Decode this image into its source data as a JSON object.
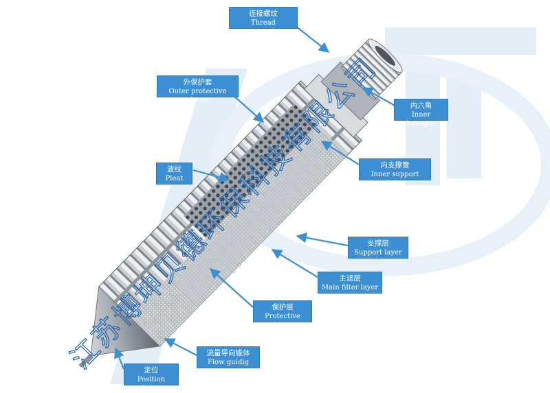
{
  "colors": {
    "callout_bg": "#3c8fd2",
    "arrow": "#3d8fd3",
    "watermark_band": "#e3eef8",
    "watermark_text": "#1f63b0",
    "metal_light": "#e4e7ea",
    "metal_dark": "#6e747a"
  },
  "watermark": {
    "text": "江苏博坤贝德环保科技有限公司"
  },
  "labels": {
    "thread_connection": {
      "zh": "连接螺纹",
      "en": "Thread connection"
    },
    "outer_protective_sleeve": {
      "zh": "外保护套",
      "en": "Outer protective sleeve"
    },
    "inner_hexagon": {
      "zh": "内六角",
      "en": "Inner hexagon"
    },
    "inner_support_tube": {
      "zh": "内支撑管",
      "en": "Inner support tube"
    },
    "pleat": {
      "zh": "波纹",
      "en": "Pleat"
    },
    "support_layer": {
      "zh": "支撑层",
      "en": "Support layer"
    },
    "main_filter_layer": {
      "zh": "主滤层",
      "en": "Main filter layer"
    },
    "protective_layer": {
      "zh": "保护层",
      "en": "Protective layer"
    },
    "flow_guiding_cone": {
      "zh": "流量导向锥体",
      "en": "Flow guidig cone"
    },
    "position_fixing": {
      "zh": "定位",
      "en": "Position fixing"
    }
  }
}
